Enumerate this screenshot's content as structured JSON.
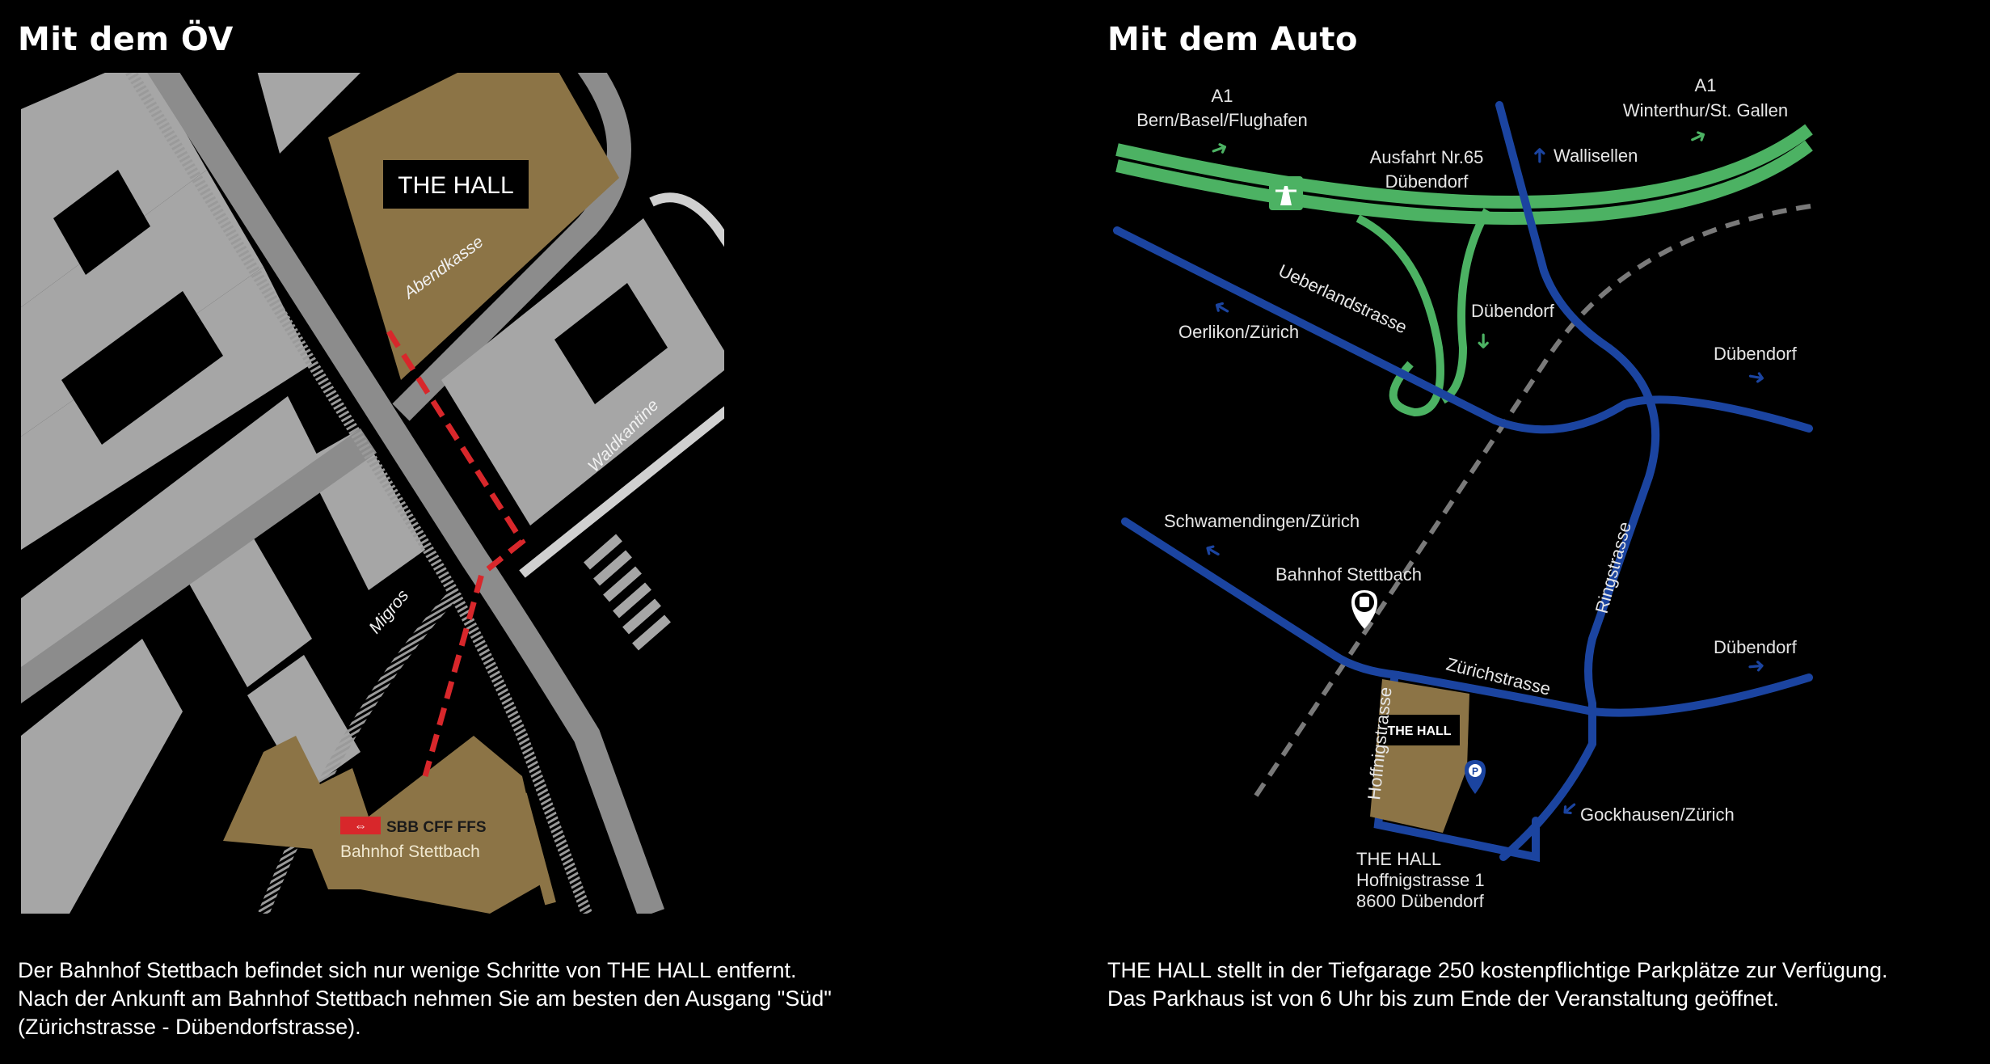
{
  "left": {
    "title": "Mit dem ÖV",
    "map": {
      "hall_label": "THE HALL",
      "street_labels": {
        "abendkasse": "Abendkasse",
        "waldkantine": "Waldkantine",
        "migros": "Migros"
      },
      "station_logo": "SBB CFF FFS",
      "station_name": "Bahnhof Stettbach"
    },
    "description": [
      "Der Bahnhof Stettbach befindet sich nur wenige Schritte von THE HALL entfernt.",
      "Nach der Ankunft am Bahnhof Stettbach nehmen Sie am besten den Ausgang \"Süd\"",
      "(Zürichstrasse - Dübendorfstrasse)."
    ]
  },
  "right": {
    "title": "Mit dem Auto",
    "map": {
      "a1_west_road": "A1",
      "a1_west_dest": "Bern/Basel/Flughafen",
      "a1_east_road": "A1",
      "a1_east_dest": "Winterthur/St. Gallen",
      "exit_line1": "Ausfahrt Nr.65",
      "exit_line2": "Dübendorf",
      "wallisellen": "Wallisellen",
      "ueberlandstrasse": "Ueberlandstrasse",
      "oerlikon": "Oerlikon/Zürich",
      "duebendorf_exit": "Dübendorf",
      "duebendorf_east1": "Dübendorf",
      "schwamendingen": "Schwamendingen/Zürich",
      "bahnhof": "Bahnhof Stettbach",
      "ringstrasse": "Ringstrasse",
      "duebendorf_east2": "Dübendorf",
      "zuerichstrasse": "Zürichstrasse",
      "hoffnigstrasse": "Hoffnigstrasse",
      "hall_label": "THE HALL",
      "parking_letter": "P",
      "gockhausen": "Gockhausen/Zürich",
      "address": [
        "THE HALL",
        "Hoffnigstrasse 1",
        "8600 Dübendorf"
      ]
    },
    "description": [
      "THE HALL stellt in der Tiefgarage 250 kostenpflichtige Parkplätze zur Verfügung.",
      "Das Parkhaus ist von 6 Uhr bis zum Ende der Veranstaltung geöffnet."
    ]
  },
  "colors": {
    "background": "#000000",
    "building_grey": "#a6a6a6",
    "road_grey": "#8c8c8c",
    "hall_gold": "#8c7446",
    "route_red": "#d8272b",
    "motorway_green": "#4cb263",
    "road_blue": "#1b44a0",
    "rail_dashed": "#7a7a7a"
  }
}
